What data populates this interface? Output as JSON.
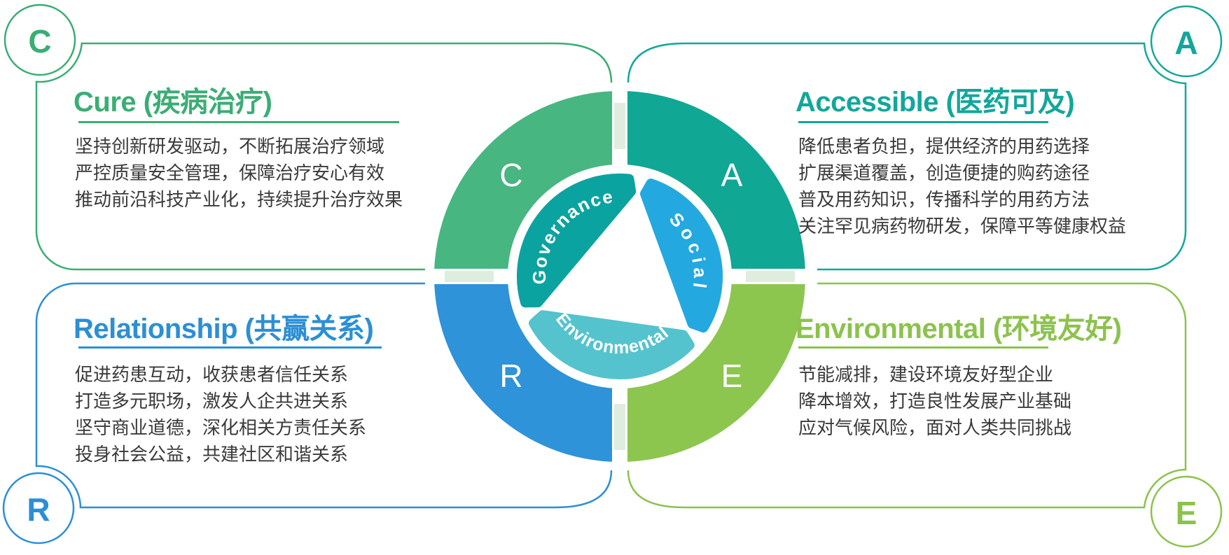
{
  "diagram": {
    "title": "CARE ESG framework",
    "panels": [
      {
        "id": "cure",
        "corner": "top-left",
        "letter": "C",
        "title": "Cure (疾病治疗)",
        "color": "#3BAD75",
        "lines": [
          "坚持创新研发驱动，不断拓展治疗领域",
          "严控质量安全管理，保障治疗安心有效",
          "推动前沿科技产业化，持续提升治疗效果"
        ]
      },
      {
        "id": "accessible",
        "corner": "top-right",
        "letter": "A",
        "title": "Accessible (医药可及)",
        "color": "#12A79B",
        "lines": [
          "降低患者负担，提供经济的用药选择",
          "扩展渠道覆盖，创造便捷的购药途径",
          "普及用药知识，传播科学的用药方法",
          "关注罕见病药物研发，保障平等健康权益"
        ]
      },
      {
        "id": "relationship",
        "corner": "bottom-left",
        "letter": "R",
        "title": "Relationship (共赢关系)",
        "color": "#2C8FD4",
        "lines": [
          "促进药患互动，收获患者信任关系",
          "打造多元职场，激发人企共进关系",
          "坚守商业道德，深化相关方责任关系",
          "投身社会公益，共建社区和谐关系"
        ]
      },
      {
        "id": "environmental",
        "corner": "bottom-right",
        "letter": "E",
        "title": "Environmental (环境友好)",
        "color": "#8CC24D",
        "lines": [
          "节能减排，建设环境友好型企业",
          "降本增效，打造良性发展产业基础",
          "应对气候风险，面对人类共同挑战"
        ]
      }
    ],
    "ring": {
      "quadrants": [
        {
          "letter": "C",
          "position": "top-left",
          "color": "#47B681"
        },
        {
          "letter": "A",
          "position": "top-right",
          "color": "#10A795"
        },
        {
          "letter": "R",
          "position": "bottom-left",
          "color": "#2E93D8"
        },
        {
          "letter": "E",
          "position": "bottom-right",
          "color": "#8CC64F"
        }
      ],
      "segments": [
        {
          "label": "Governance",
          "color": "#0BA3A0"
        },
        {
          "label": "Social",
          "color": "#24A8E0"
        },
        {
          "label": "Environmental",
          "color": "#55C3CD"
        }
      ],
      "gap_tile_color": "#DFEDDE",
      "text_color": "#3A3A3A"
    }
  }
}
